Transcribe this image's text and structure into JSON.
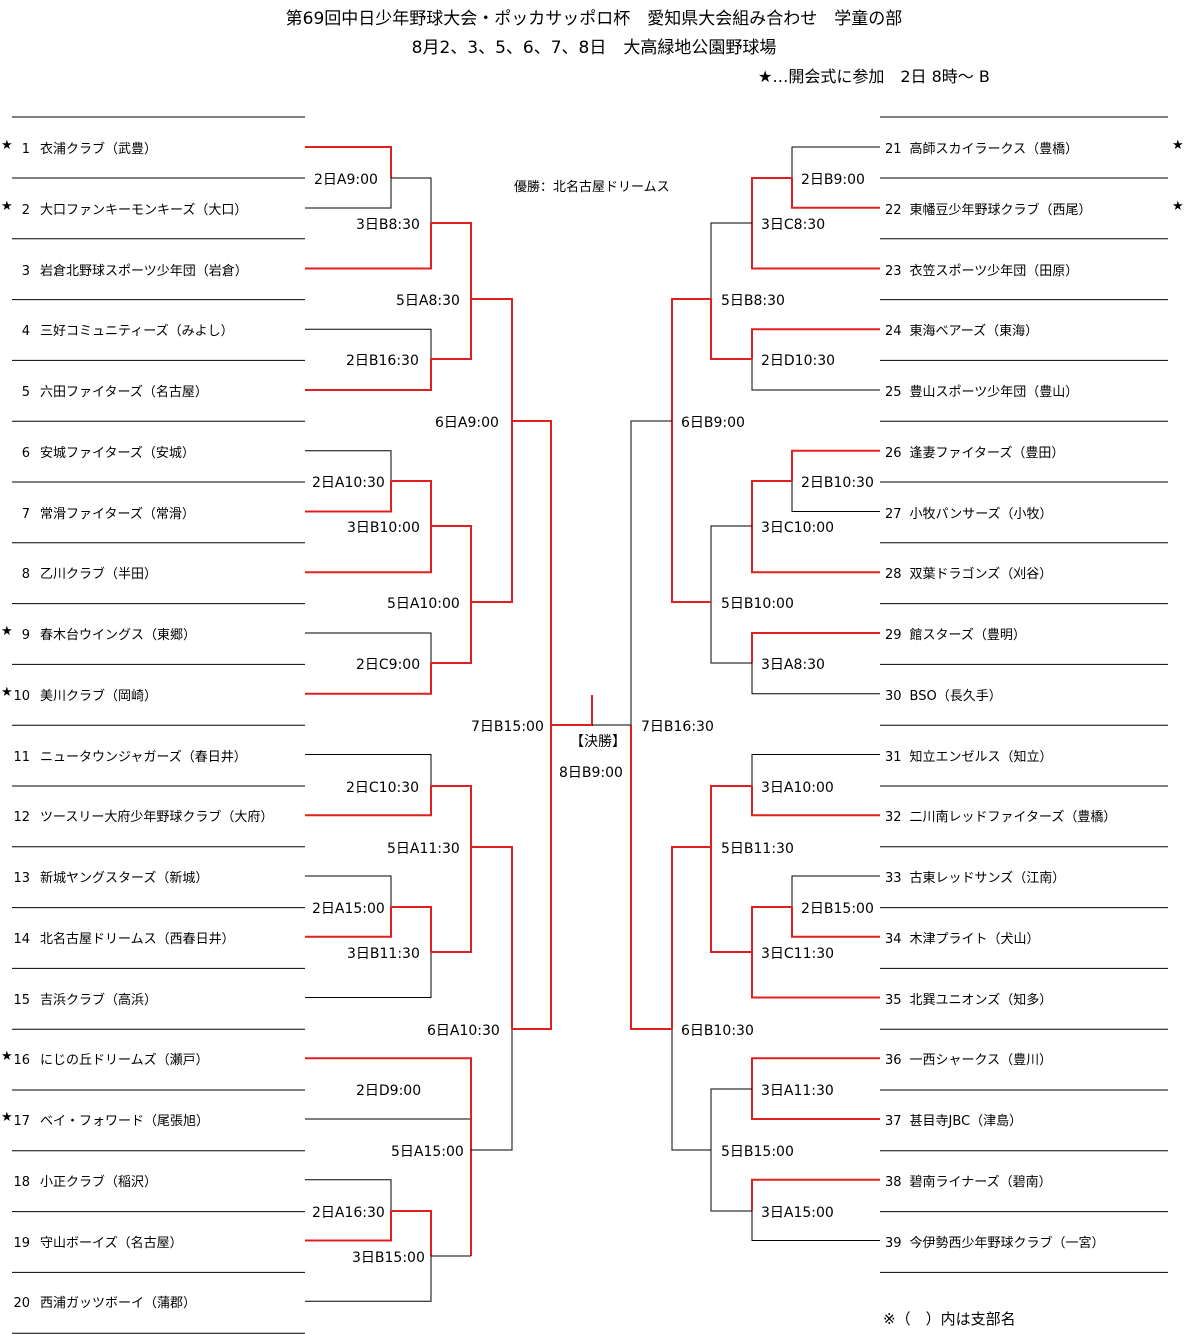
{
  "header": {
    "title": "第69回中日少年野球大会・ポッカサッポロ杯　愛知県大会組み合わせ　学童の部",
    "subtitle": "8月2、3、5、6、7、8日　大高緑地公園野球場",
    "ceremony_note": "★…開会式に参加　2日 8時～ B"
  },
  "champion": "優勝：北名古屋ドリームス",
  "final": {
    "label": "【決勝】",
    "time": "8日B9:00"
  },
  "footer_note": "※（　）内は支部名",
  "left_teams": [
    {
      "num": "1",
      "name": "衣浦クラブ（武豊）",
      "star": "★"
    },
    {
      "num": "2",
      "name": "大口ファンキーモンキーズ（大口）",
      "star": "★"
    },
    {
      "num": "3",
      "name": "岩倉北野球スポーツ少年団（岩倉）",
      "star": ""
    },
    {
      "num": "4",
      "name": "三好コミュニティーズ（みよし）",
      "star": ""
    },
    {
      "num": "5",
      "name": "六田ファイターズ（名古屋）",
      "star": ""
    },
    {
      "num": "6",
      "name": "安城ファイターズ（安城）",
      "star": ""
    },
    {
      "num": "7",
      "name": "常滑ファイターズ（常滑）",
      "star": ""
    },
    {
      "num": "8",
      "name": "乙川クラブ（半田）",
      "star": ""
    },
    {
      "num": "9",
      "name": "春木台ウイングス（東郷）",
      "star": "★"
    },
    {
      "num": "10",
      "name": "美川クラブ（岡崎）",
      "star": "★"
    },
    {
      "num": "11",
      "name": "ニュータウンジャガーズ（春日井）",
      "star": ""
    },
    {
      "num": "12",
      "name": "ツースリー大府少年野球クラブ（大府）",
      "star": ""
    },
    {
      "num": "13",
      "name": "新城ヤングスターズ（新城）",
      "star": ""
    },
    {
      "num": "14",
      "name": "北名古屋ドリームス（西春日井）",
      "star": ""
    },
    {
      "num": "15",
      "name": "吉浜クラブ（高浜）",
      "star": ""
    },
    {
      "num": "16",
      "name": "にじの丘ドリームズ（瀬戸）",
      "star": "★"
    },
    {
      "num": "17",
      "name": "ベイ・フォワード（尾張旭）",
      "star": "★"
    },
    {
      "num": "18",
      "name": "小正クラブ（稲沢）",
      "star": ""
    },
    {
      "num": "19",
      "name": "守山ボーイズ（名古屋）",
      "star": ""
    },
    {
      "num": "20",
      "name": "西浦ガッツボーイ（蒲郡）",
      "star": ""
    }
  ],
  "right_teams": [
    {
      "num": "21",
      "name": "高師スカイラークス（豊橋）",
      "star": "★"
    },
    {
      "num": "22",
      "name": "東幡豆少年野球クラブ（西尾）",
      "star": "★"
    },
    {
      "num": "23",
      "name": "衣笠スポーツ少年団（田原）",
      "star": ""
    },
    {
      "num": "24",
      "name": "東海ベアーズ（東海）",
      "star": ""
    },
    {
      "num": "25",
      "name": "豊山スポーツ少年団（豊山）",
      "star": ""
    },
    {
      "num": "26",
      "name": "逢妻ファイターズ（豊田）",
      "star": ""
    },
    {
      "num": "27",
      "name": "小牧パンサーズ（小牧）",
      "star": ""
    },
    {
      "num": "28",
      "name": "双葉ドラゴンズ（刈谷）",
      "star": ""
    },
    {
      "num": "29",
      "name": "館スターズ（豊明）",
      "star": ""
    },
    {
      "num": "30",
      "name": "BSO（長久手）",
      "star": ""
    },
    {
      "num": "31",
      "name": "知立エンゼルス（知立）",
      "star": ""
    },
    {
      "num": "32",
      "name": "二川南レッドファイターズ（豊橋）",
      "star": ""
    },
    {
      "num": "33",
      "name": "古東レッドサンズ（江南）",
      "star": ""
    },
    {
      "num": "34",
      "name": "木津プライト（犬山）",
      "star": ""
    },
    {
      "num": "35",
      "name": "北巽ユニオンズ（知多）",
      "star": ""
    },
    {
      "num": "36",
      "name": "一西シャークス（豊川）",
      "star": ""
    },
    {
      "num": "37",
      "name": "甚目寺JBC（津島）",
      "star": ""
    },
    {
      "num": "38",
      "name": "碧南ライナーズ（碧南）",
      "star": ""
    },
    {
      "num": "39",
      "name": "今伊勢西少年野球クラブ（一宮）",
      "star": ""
    }
  ],
  "left_matches": [
    {
      "id": "L1",
      "time": "2日A9:00"
    },
    {
      "id": "L2",
      "time": "3日B8:30"
    },
    {
      "id": "L3",
      "time": "2日B16:30"
    },
    {
      "id": "L4",
      "time": "5日A8:30"
    },
    {
      "id": "L5",
      "time": "2日A10:30"
    },
    {
      "id": "L6",
      "time": "3日B10:00"
    },
    {
      "id": "L7",
      "time": "2日C9:00"
    },
    {
      "id": "L8",
      "time": "5日A10:00"
    },
    {
      "id": "L9",
      "time": "6日A9:00"
    },
    {
      "id": "L10",
      "time": "2日C10:30"
    },
    {
      "id": "L11",
      "time": "2日A15:00"
    },
    {
      "id": "L12",
      "time": "3日B11:30"
    },
    {
      "id": "L13",
      "time": "5日A11:30"
    },
    {
      "id": "L14",
      "time": "2日D9:00"
    },
    {
      "id": "L15",
      "time": "2日A16:30"
    },
    {
      "id": "L16",
      "time": "3日B15:00"
    },
    {
      "id": "L17",
      "time": "5日A15:00"
    },
    {
      "id": "L18",
      "time": "6日A10:30"
    },
    {
      "id": "L19",
      "time": "7日B15:00"
    }
  ],
  "right_matches": [
    {
      "id": "R1",
      "time": "2日B9:00"
    },
    {
      "id": "R2",
      "time": "3日C8:30"
    },
    {
      "id": "R3",
      "time": "2日D10:30"
    },
    {
      "id": "R4",
      "time": "5日B8:30"
    },
    {
      "id": "R5",
      "time": "2日B10:30"
    },
    {
      "id": "R6",
      "time": "3日C10:00"
    },
    {
      "id": "R7",
      "time": "3日A8:30"
    },
    {
      "id": "R8",
      "time": "5日B10:00"
    },
    {
      "id": "R9",
      "time": "6日B9:00"
    },
    {
      "id": "R10",
      "time": "3日A10:00"
    },
    {
      "id": "R11",
      "time": "2日B15:00"
    },
    {
      "id": "R12",
      "time": "3日C11:30"
    },
    {
      "id": "R13",
      "time": "5日B11:30"
    },
    {
      "id": "R14",
      "time": "3日A11:30"
    },
    {
      "id": "R15",
      "time": "3日A15:00"
    },
    {
      "id": "R16",
      "time": "5日B15:00"
    },
    {
      "id": "R17",
      "time": "6日B10:30"
    },
    {
      "id": "R18",
      "time": "7日B16:30"
    }
  ],
  "colors": {
    "line": "#000000",
    "winner_line": "#e02020"
  }
}
